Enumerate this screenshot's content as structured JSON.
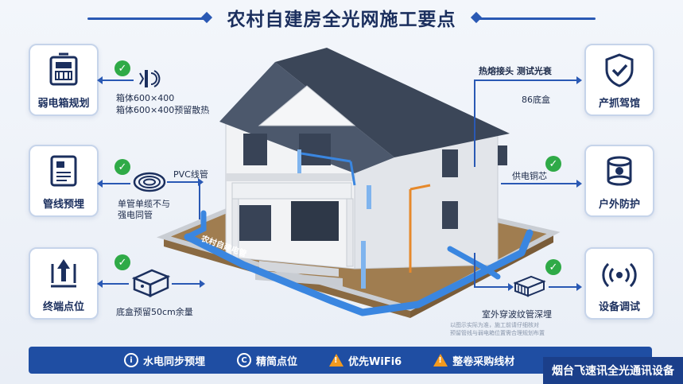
{
  "title": "农村自建房全光网施工要点",
  "left_cards": [
    {
      "label": "弱电箱规划",
      "icon": "distribution-box-icon"
    },
    {
      "label": "管线预埋",
      "icon": "panel-box-icon"
    },
    {
      "label": "终端点位",
      "icon": "arrows-up-icon"
    }
  ],
  "right_cards": [
    {
      "label": "产抓驾馆",
      "icon": "shield-check-icon"
    },
    {
      "label": "户外防护",
      "icon": "cable-reel-icon"
    },
    {
      "label": "设备调试",
      "icon": "signal-icon"
    }
  ],
  "notes": {
    "box_size": "箱体600×400",
    "box_heat": "箱体600×400预留散热",
    "pvc": "PVC线管",
    "single_pipe_1": "单管单缆不与",
    "single_pipe_2": "强电同管",
    "socket_reserve": "底盒预留50cm余量",
    "fusion": "热熔接头 测试光衰",
    "box86": "86底盒",
    "power_copper": "供电铜芯",
    "outdoor_pipe": "室外穿波纹管深埋"
  },
  "pipe_label": "农村自建电管",
  "faded_note_1": "以图示实际为准，施工前请仔细核对",
  "faded_note_2": "预留管线与弱电箱位置需合理规划布置",
  "bottom_items": [
    {
      "text": "水电同步预埋",
      "icon": "info-icon"
    },
    {
      "text": "精简点位",
      "icon": "c-icon"
    },
    {
      "text": "优先WiFi6",
      "icon": "warning-icon"
    },
    {
      "text": "整卷采购线材",
      "icon": "warning-icon"
    }
  ],
  "watermark": "烟台飞速讯全光通讯设备",
  "colors": {
    "accent": "#1f4ea3",
    "check": "#2faa47",
    "warning": "#f39a1e",
    "pipe": "#3a86e0"
  }
}
